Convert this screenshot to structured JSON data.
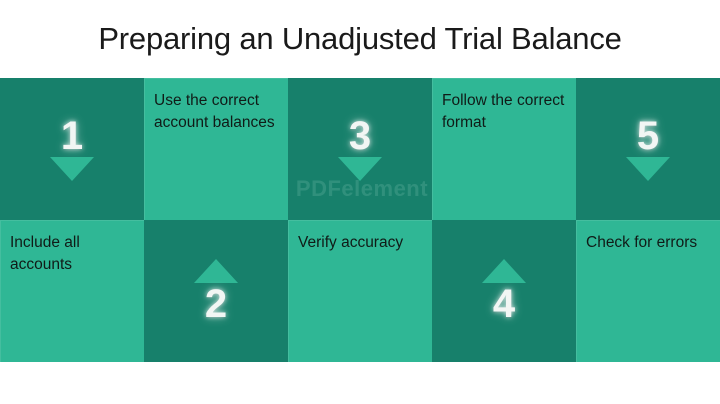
{
  "page": {
    "title": "Preparing an Unadjusted Trial Balance",
    "background_color": "#ffffff"
  },
  "colors": {
    "dark_green": "#17806b",
    "light_green": "#2fb795",
    "number_text": "#f2f6f4",
    "label_text": "#101b17",
    "title_text": "#1a1a1a"
  },
  "watermark": {
    "text": "PDFelement"
  },
  "grid": {
    "columns": 5,
    "rows": 2,
    "cells": [
      {
        "position": "row1-col1",
        "kind": "step-marker",
        "style": "dark",
        "number": "1",
        "arrow": "down",
        "arrow_icon": "arrow-down-icon",
        "label": ""
      },
      {
        "position": "row1-col2",
        "kind": "step-label",
        "style": "light",
        "number": "",
        "arrow": "",
        "arrow_icon": "",
        "label": "Use the correct account balances"
      },
      {
        "position": "row1-col3",
        "kind": "step-marker",
        "style": "dark",
        "number": "3",
        "arrow": "down",
        "arrow_icon": "arrow-down-icon",
        "label": ""
      },
      {
        "position": "row1-col4",
        "kind": "step-label",
        "style": "light",
        "number": "",
        "arrow": "",
        "arrow_icon": "",
        "label": "Follow the correct format"
      },
      {
        "position": "row1-col5",
        "kind": "step-marker",
        "style": "dark",
        "number": "5",
        "arrow": "down",
        "arrow_icon": "arrow-down-icon",
        "label": ""
      },
      {
        "position": "row2-col1",
        "kind": "step-label",
        "style": "light",
        "number": "",
        "arrow": "",
        "arrow_icon": "",
        "label": "Include all accounts"
      },
      {
        "position": "row2-col2",
        "kind": "step-marker",
        "style": "dark",
        "number": "2",
        "arrow": "up",
        "arrow_icon": "arrow-up-icon",
        "label": ""
      },
      {
        "position": "row2-col3",
        "kind": "step-label",
        "style": "light",
        "number": "",
        "arrow": "",
        "arrow_icon": "",
        "label": "Verify accuracy"
      },
      {
        "position": "row2-col4",
        "kind": "step-marker",
        "style": "dark",
        "number": "4",
        "arrow": "up",
        "arrow_icon": "arrow-up-icon",
        "label": ""
      },
      {
        "position": "row2-col5",
        "kind": "step-label",
        "style": "light",
        "number": "",
        "arrow": "",
        "arrow_icon": "",
        "label": "Check for errors"
      }
    ]
  }
}
